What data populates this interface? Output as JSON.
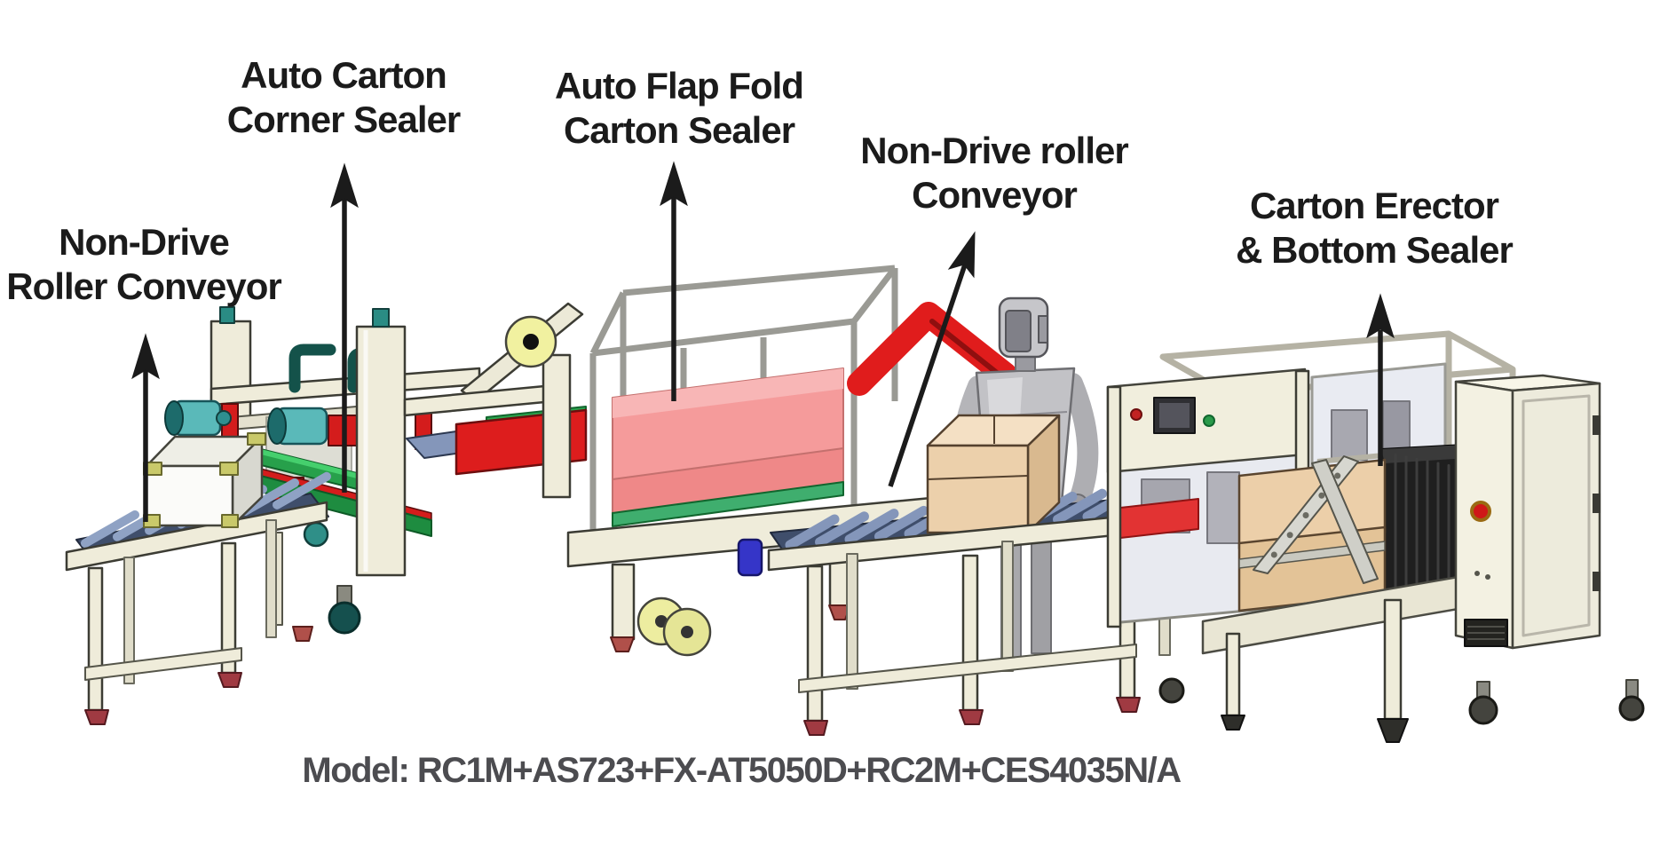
{
  "labels": {
    "left_conveyor": {
      "line1": "Non-Drive",
      "line2": "Roller Conveyor"
    },
    "corner_sealer": {
      "line1": "Auto Carton",
      "line2": "Corner Sealer"
    },
    "flap_fold_sealer": {
      "line1": "Auto Flap Fold",
      "line2": "Carton Sealer"
    },
    "mid_conveyor": {
      "line1": "Non-Drive roller",
      "line2": "Conveyor"
    },
    "carton_erector": {
      "line1": "Carton Erector",
      "line2": "& Bottom Sealer"
    }
  },
  "model_line": "Model: RC1M+AS723+FX-AT5050D+RC2M+CES4035N/A",
  "colors": {
    "background": "#ffffff",
    "label_text": "#1b1b1b",
    "model_text": "#4c4c50",
    "arrow_black": "#1b1b1b",
    "frame_cream": "#efecda",
    "belt_green": "#27a04b",
    "accent_red": "#dd1d1d",
    "panel_pink": "#f59b9b",
    "roller_blue": "#8496ba",
    "motor_teal": "#5ab9b9",
    "tape_roll_yellow": "#f1f1a0",
    "carton_tan": "#ecd0ab",
    "robot_gray": "#c2c2c6",
    "carton_stack_black": "#1f1f1f",
    "foot_pad_maroon": "#a03a42"
  }
}
